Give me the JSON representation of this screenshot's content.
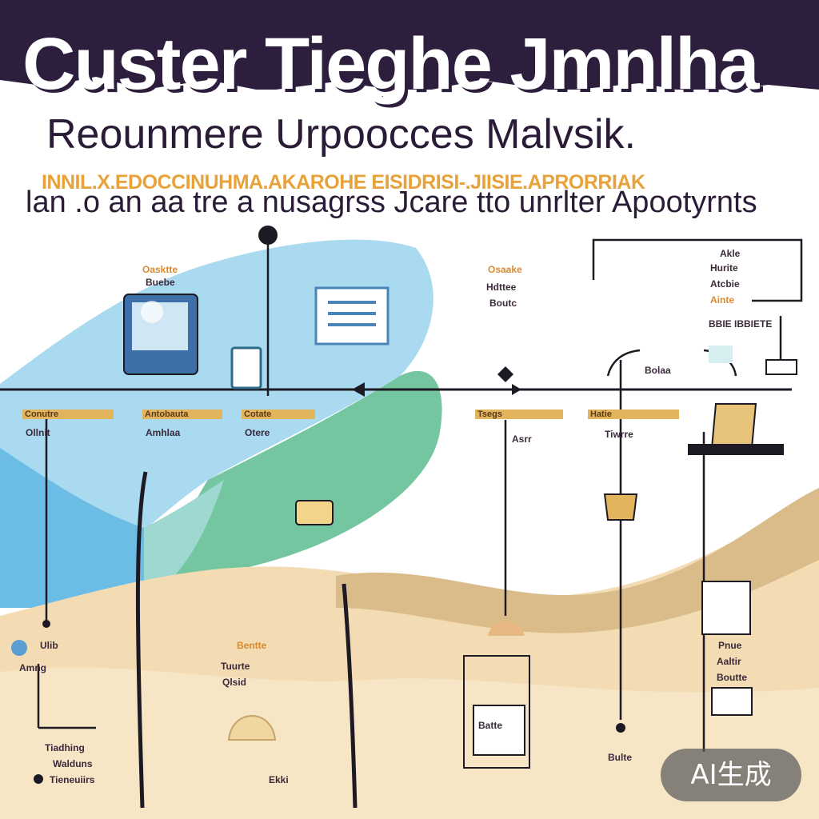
{
  "header": {
    "title": "Custer Tieghe Jmnlha",
    "subtitle": "Reounmere Urpoocces Malvsik.",
    "orange_text": "INNIL.X.EDOCCINUHMA.AKAROHE EISIDRISI-.JIISIE.APRORRIAK",
    "tagline": "lan .o an aa tre a nusagrss Jcare tto unrlter Apootyrnts"
  },
  "labels": {
    "top_left": [
      "Oasktte",
      "Buebe"
    ],
    "top_mid": [
      "Osaake",
      "Hdttee",
      "Boutc"
    ],
    "top_right_box": [
      "Akle",
      "Hurite",
      "Atcbie"
    ],
    "top_right_orange": "Ainte",
    "top_right_dark": "BBIE IBBIETE",
    "mid_tag": "Bolaa",
    "row_tags": [
      "Conutre",
      "Antobauta",
      "Cotate",
      "Tsegs",
      "Hatie"
    ],
    "row_sub": [
      "Ollnit",
      "Amhlaa",
      "Otere",
      "Asrr",
      "Tiwrre"
    ],
    "bottom": [
      "Ulib",
      "Amng",
      "Tiadhing",
      "Walduns",
      "Tieneuiirs",
      "Bentte",
      "Tuurte",
      "Qlsid",
      "Ekki",
      "Batte",
      "Pnue",
      "Aaltir",
      "Boutte",
      "Bulte"
    ]
  },
  "badge": {
    "text": "AI生成"
  },
  "colors": {
    "header_bg": "#2e1e3e",
    "blue_wave": "#9fd4ee",
    "green_wave": "#6fc29a",
    "sand_wave": "#f2d6a8",
    "tag_gold": "#e2b45c",
    "orange_text": "#e8a23a"
  }
}
